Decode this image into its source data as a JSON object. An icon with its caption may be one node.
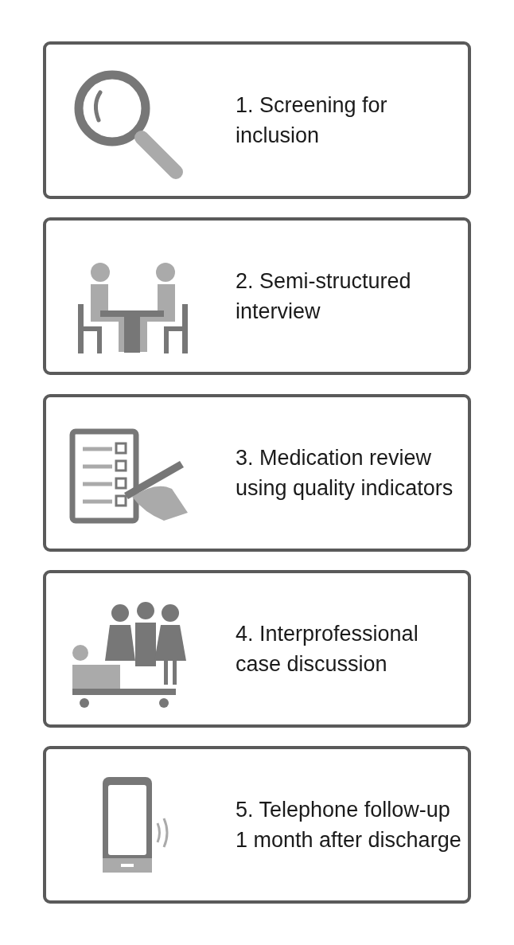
{
  "diagram": {
    "nodes": [
      {
        "text": [
          "1. Screening for inclusion"
        ]
      },
      {
        "text": [
          "2. Semi-structured interview"
        ]
      },
      {
        "text": [
          "3. Medication review using quality indicators"
        ]
      },
      {
        "text": [
          "4. Interprofessional case discussion"
        ]
      },
      {
        "text": [
          "5. Telephone follow-up 1 month after discharge"
        ]
      }
    ]
  }
}
